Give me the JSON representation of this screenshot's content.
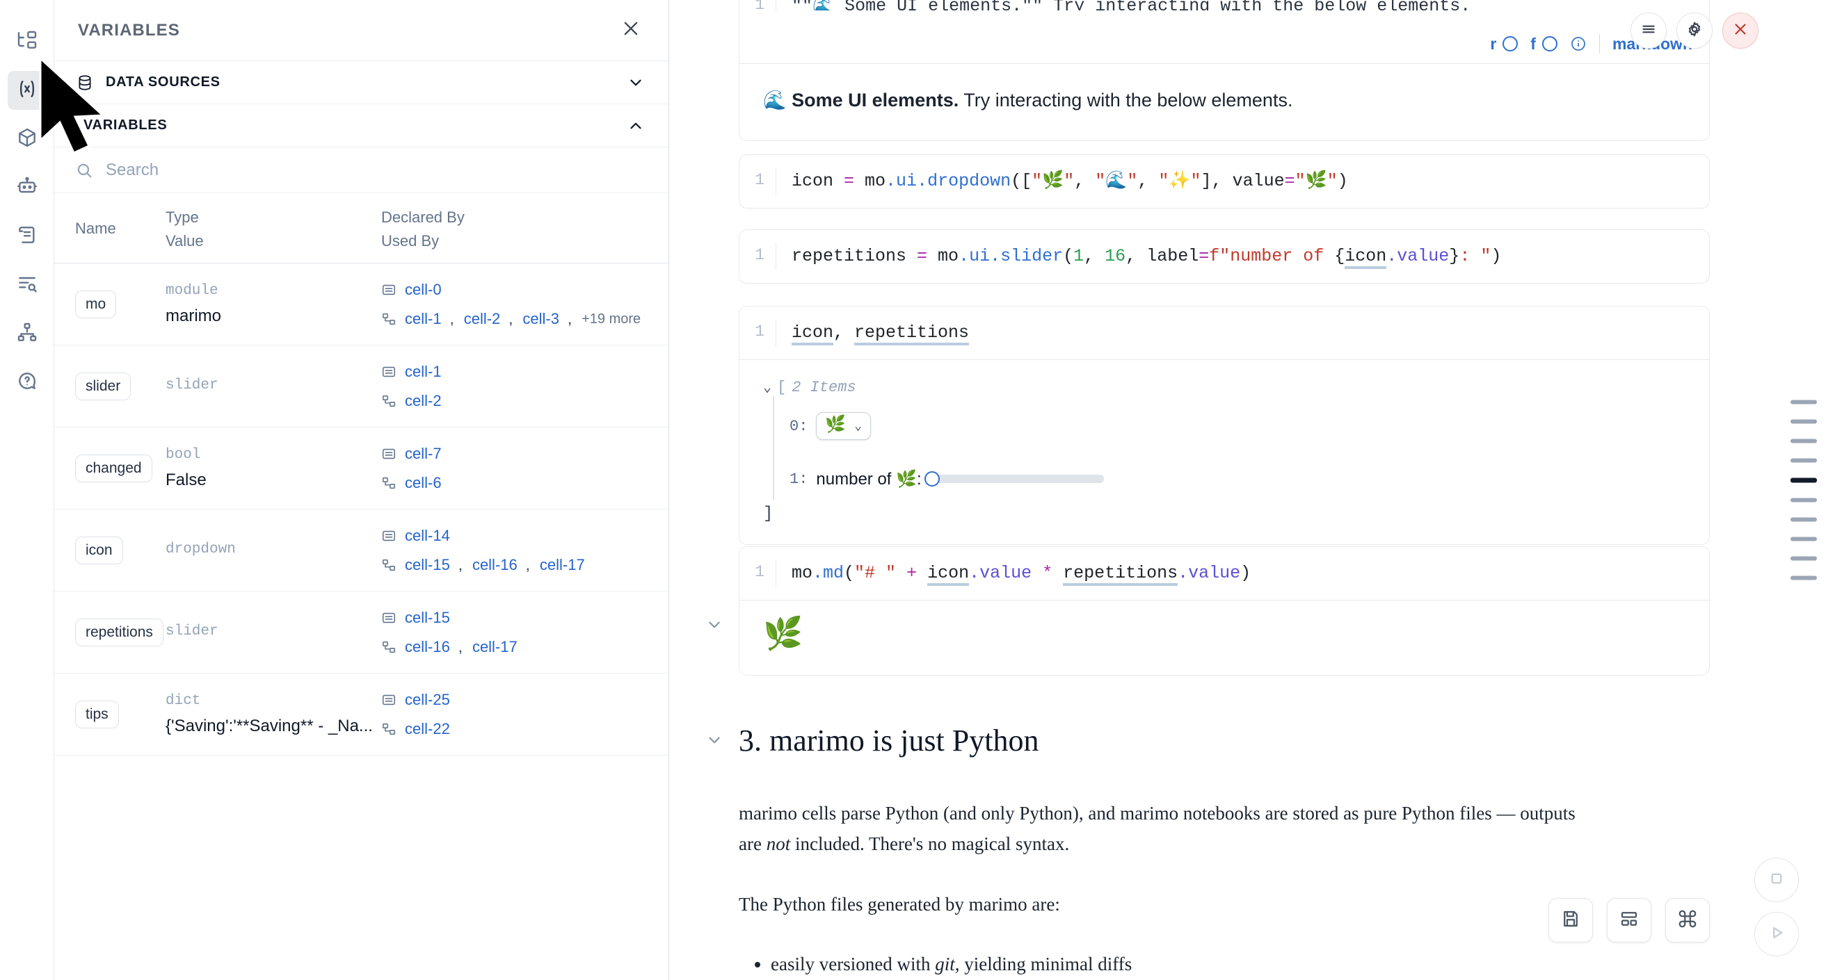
{
  "rail": {
    "items": [
      {
        "name": "file-explorer",
        "icon": "file-tree-icon",
        "active": false
      },
      {
        "name": "variables",
        "icon": "variables-x-icon",
        "active": true
      },
      {
        "name": "packages",
        "icon": "cube-icon",
        "active": false
      },
      {
        "name": "chat-assistant",
        "icon": "robot-icon",
        "active": false
      },
      {
        "name": "scratchpad",
        "icon": "scroll-icon",
        "active": false
      },
      {
        "name": "find-replace",
        "icon": "list-search-icon",
        "active": false
      },
      {
        "name": "dependency-graph",
        "icon": "hierarchy-icon",
        "active": false
      },
      {
        "name": "help",
        "icon": "help-circle-icon",
        "active": false
      }
    ]
  },
  "panel": {
    "title": "VARIABLES",
    "close_label": "×",
    "sections": [
      {
        "label": "DATA SOURCES",
        "icon": "database-icon",
        "expanded": false,
        "chevron": "chevron-down-icon"
      },
      {
        "label": "VARIABLES",
        "icon": "none",
        "expanded": true,
        "chevron": "chevron-up-icon"
      }
    ],
    "search": {
      "placeholder": "Search",
      "value": ""
    },
    "table": {
      "headers": {
        "name": "Name",
        "type": "Type",
        "value": "Value",
        "declared_by": "Declared By",
        "used_by": "Used By"
      },
      "rows": [
        {
          "name": "mo",
          "type": "module",
          "value": "marimo",
          "declared_by": [
            "cell-0"
          ],
          "used_by": [
            "cell-1",
            "cell-2",
            "cell-3"
          ],
          "used_by_more": "+19 more"
        },
        {
          "name": "slider",
          "type": "slider",
          "value": "",
          "declared_by": [
            "cell-1"
          ],
          "used_by": [
            "cell-2"
          ],
          "used_by_more": ""
        },
        {
          "name": "changed",
          "type": "bool",
          "value": "False",
          "declared_by": [
            "cell-7"
          ],
          "used_by": [
            "cell-6"
          ],
          "used_by_more": ""
        },
        {
          "name": "icon",
          "type": "dropdown",
          "value": "",
          "declared_by": [
            "cell-14"
          ],
          "used_by": [
            "cell-15",
            "cell-16",
            "cell-17"
          ],
          "used_by_more": ""
        },
        {
          "name": "repetitions",
          "type": "slider",
          "value": "",
          "declared_by": [
            "cell-15"
          ],
          "used_by": [
            "cell-16",
            "cell-17"
          ],
          "used_by_more": ""
        },
        {
          "name": "tips",
          "type": "dict",
          "value": "{'Saving':'**Saving** - _Na...",
          "declared_by": [
            "cell-25"
          ],
          "used_by": [
            "cell-22"
          ],
          "used_by_more": ""
        }
      ]
    }
  },
  "notebook": {
    "cell_actions": [
      {
        "name": "cell-menu-button",
        "icon": "hamburger-icon"
      },
      {
        "name": "cell-settings-button",
        "icon": "gear-icon"
      },
      {
        "name": "cell-delete-button",
        "icon": "close-x-icon"
      }
    ],
    "top_cell": {
      "line_no": "1",
      "code_clipped": "\"\"🌊 Some UI elements.\"\" Try interacting with the below elements.",
      "toolbar": {
        "r_label": "r",
        "f_label": "f",
        "info_icon": "info-circle-icon",
        "language": "markdown"
      },
      "output_bold": "🌊 Some UI elements.",
      "output_rest": " Try interacting with the below elements."
    },
    "cells": [
      {
        "line_no": "1",
        "code_tokens": [
          {
            "t": "icon ",
            "c": "p"
          },
          {
            "t": "= ",
            "c": "op"
          },
          {
            "t": "mo",
            "c": "p"
          },
          {
            "t": ".ui",
            "c": "mod"
          },
          {
            "t": ".dropdown",
            "c": "fn"
          },
          {
            "t": "([",
            "c": "p"
          },
          {
            "t": "\"🌿\"",
            "c": "str"
          },
          {
            "t": ", ",
            "c": "p"
          },
          {
            "t": "\"🌊\"",
            "c": "str"
          },
          {
            "t": ", ",
            "c": "p"
          },
          {
            "t": "\"✨\"",
            "c": "str"
          },
          {
            "t": "], ",
            "c": "p"
          },
          {
            "t": "value",
            "c": "p"
          },
          {
            "t": "=",
            "c": "op"
          },
          {
            "t": "\"🌿\"",
            "c": "str"
          },
          {
            "t": ")",
            "c": "p"
          }
        ]
      },
      {
        "line_no": "1",
        "code_tokens": [
          {
            "t": "repetitions ",
            "c": "p"
          },
          {
            "t": "= ",
            "c": "op"
          },
          {
            "t": "mo",
            "c": "p"
          },
          {
            "t": ".ui",
            "c": "mod"
          },
          {
            "t": ".slider",
            "c": "fn"
          },
          {
            "t": "(",
            "c": "p"
          },
          {
            "t": "1",
            "c": "num"
          },
          {
            "t": ", ",
            "c": "p"
          },
          {
            "t": "16",
            "c": "num"
          },
          {
            "t": ", ",
            "c": "p"
          },
          {
            "t": "label",
            "c": "p"
          },
          {
            "t": "=",
            "c": "op"
          },
          {
            "t": "f\"number of ",
            "c": "str"
          },
          {
            "t": "{",
            "c": "p"
          },
          {
            "t": "icon",
            "c": "u"
          },
          {
            "t": ".value",
            "c": "attr"
          },
          {
            "t": "}",
            "c": "p"
          },
          {
            "t": ": \"",
            "c": "str"
          },
          {
            "t": ")",
            "c": "p"
          }
        ]
      }
    ],
    "display_cell": {
      "line_no": "1",
      "code_text": "icon, repetitions",
      "output": {
        "items_label": "2 Items",
        "open_bracket": "[",
        "close_bracket": "]",
        "entries": [
          {
            "index": "0:",
            "kind": "dropdown",
            "value": "🌿"
          },
          {
            "index": "1:",
            "kind": "slider",
            "label": "number of 🌿:",
            "value": 1,
            "min": 1,
            "max": 16
          }
        ]
      }
    },
    "md_cell": {
      "line_no": "1",
      "code_tokens": [
        {
          "t": "mo",
          "c": "p"
        },
        {
          "t": ".md",
          "c": "fn"
        },
        {
          "t": "(",
          "c": "p"
        },
        {
          "t": "\"# \"",
          "c": "str"
        },
        {
          "t": " + ",
          "c": "op"
        },
        {
          "t": "icon",
          "c": "u"
        },
        {
          "t": ".value",
          "c": "attr"
        },
        {
          "t": " * ",
          "c": "op"
        },
        {
          "t": "repetitions",
          "c": "u"
        },
        {
          "t": ".value",
          "c": "attr"
        },
        {
          "t": ")",
          "c": "p"
        }
      ],
      "output_emoji": "🌿"
    },
    "section": {
      "heading": "3. marimo is just Python",
      "paragraph_1_a": "marimo cells parse Python (and only Python), and marimo notebooks are stored as pure Python files — outputs are ",
      "paragraph_1_italic": "not",
      "paragraph_1_b": " included. There's no magical syntax.",
      "paragraph_2": "The Python files generated by marimo are:",
      "bullet_1_a": "easily versioned with ",
      "bullet_1_italic": "git",
      "bullet_1_b": ", yielding minimal diffs"
    },
    "minimap": {
      "bars": 10,
      "active_index": 4
    },
    "fabs": [
      {
        "name": "save-notebook-button",
        "icon": "save-icon"
      },
      {
        "name": "layout-button",
        "icon": "layout-icon"
      },
      {
        "name": "command-palette-button",
        "icon": "command-icon"
      }
    ],
    "run_controls": [
      {
        "name": "interrupt-button",
        "icon": "stop-square-icon"
      },
      {
        "name": "run-all-button",
        "icon": "play-icon"
      }
    ]
  },
  "colors": {
    "accent_blue": "#2f6fd0",
    "danger_red": "#c0392b",
    "rail_active_bg": "#e9eaec",
    "minimap_active": "#131a2b"
  }
}
